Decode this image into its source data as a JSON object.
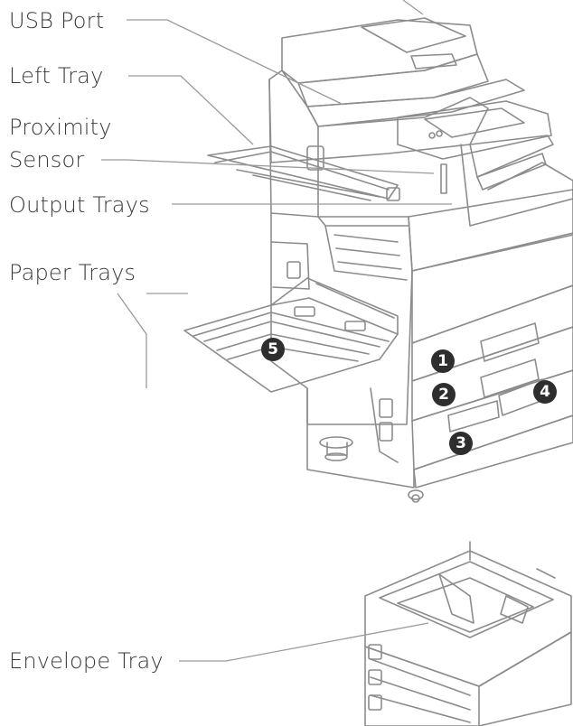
{
  "labels": {
    "usb_port": "USB Port",
    "left_tray": "Left Tray",
    "proximity": "Proximity",
    "sensor": "Sensor",
    "output_trays": "Output Trays",
    "paper_trays": "Paper Trays",
    "envelope_tray": "Envelope Tray"
  },
  "tray_numbers": [
    "1",
    "2",
    "3",
    "4",
    "5"
  ],
  "colors": {
    "line": "#9a9a9a",
    "outline": "#8c8c8c",
    "badge": "#2e2e2e",
    "text": "#3a3a3a"
  }
}
